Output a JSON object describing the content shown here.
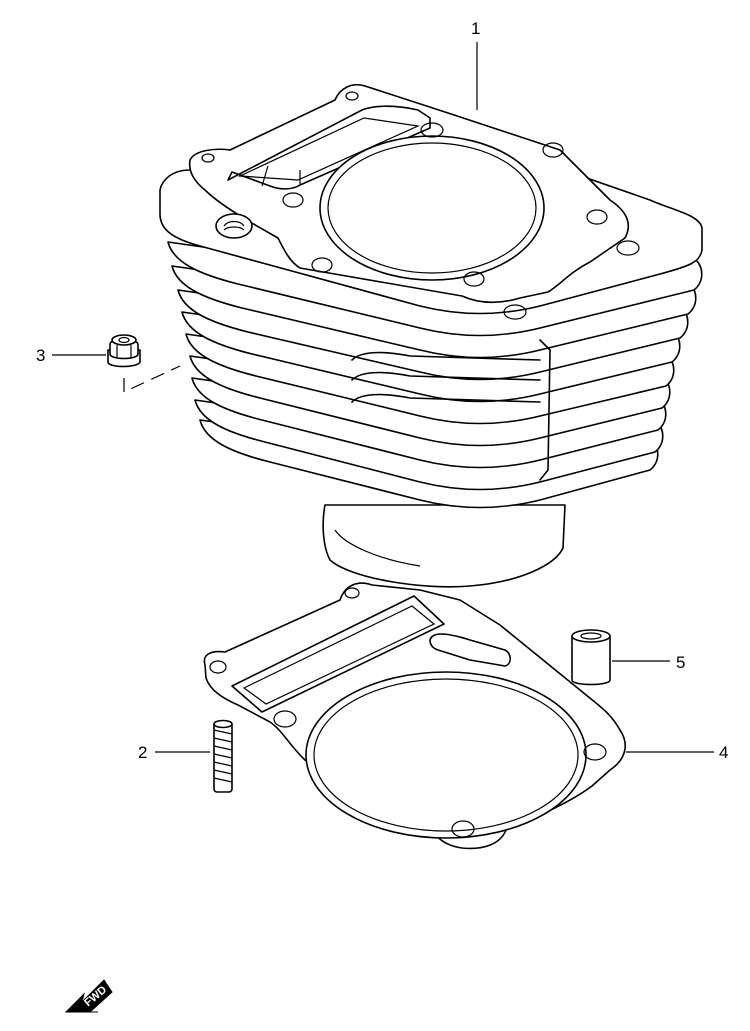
{
  "callouts": {
    "c1": "1",
    "c2": "2",
    "c3": "3",
    "c4": "4",
    "c5": "5"
  },
  "fwd_label": "FWD"
}
